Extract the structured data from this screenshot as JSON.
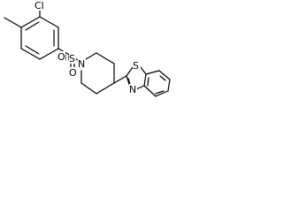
{
  "molecule": {
    "atoms": {
      "chlorine": "Cl",
      "sulfur_sulfonyl": "S",
      "oxygen_left": "O",
      "oxygen_bottom": "O",
      "nitrogen_piperidine": "N",
      "sulfur_thiazole": "S",
      "nitrogen_thiazole": "N"
    }
  }
}
